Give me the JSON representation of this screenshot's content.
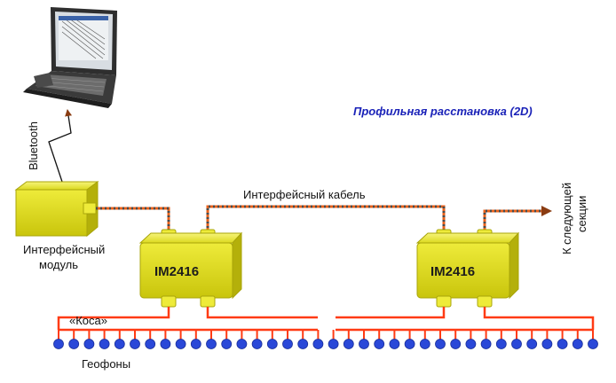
{
  "title": "Профильная расстановка (2D)",
  "labels": {
    "bluetooth": "Bluetooth",
    "interface_cable": "Интерфейсный кабель",
    "interface_module_line1": "Интерфейсный",
    "interface_module_line2": "модуль",
    "next_section_line1": "К следующей",
    "next_section_line2": "секции",
    "cable_kosa": "«Коса»",
    "geophones": "Геофоны"
  },
  "units": [
    {
      "label": "IM2416"
    },
    {
      "label": "IM2416"
    }
  ],
  "icons": [
    "laptop-icon",
    "wireless-link-icon",
    "interface-module-icon",
    "arrow-icon",
    "geophone-icon"
  ],
  "colors": {
    "module_fill": "#d9d614",
    "module_edge": "#a8a40a",
    "cable_main": "#e8621c",
    "cable_stripe": "#4a4a4a",
    "spread_line": "#ff3b14",
    "geophone": "#2a48d8",
    "title": "#1a22b8"
  },
  "geophone_count": 36
}
